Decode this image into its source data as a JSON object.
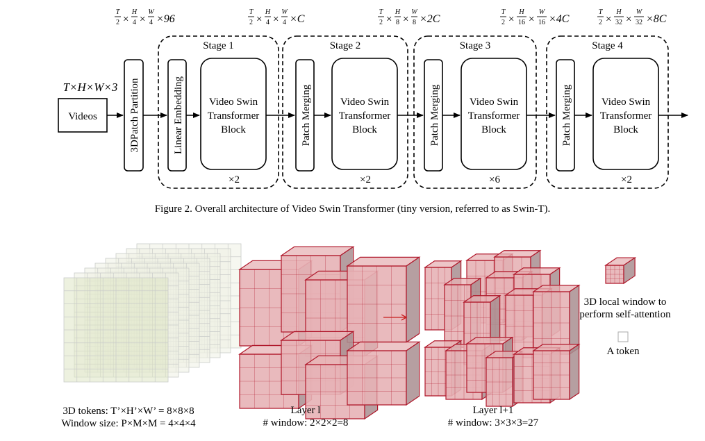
{
  "figure2": {
    "input_dim": "T×H×W×3",
    "videos_label": "Videos",
    "patch_partition_label": "3DPatch Partition",
    "dims": [
      {
        "a": "T",
        "b": "2",
        "c": "H",
        "d": "4",
        "e": "W",
        "f": "4",
        "tail": "×96"
      },
      {
        "a": "T",
        "b": "2",
        "c": "H",
        "d": "4",
        "e": "W",
        "f": "4",
        "tail": "×C"
      },
      {
        "a": "T",
        "b": "2",
        "c": "H",
        "d": "8",
        "e": "W",
        "f": "8",
        "tail": "×2C"
      },
      {
        "a": "T",
        "b": "2",
        "c": "H",
        "d": "16",
        "e": "W",
        "f": "16",
        "tail": "×4C"
      },
      {
        "a": "T",
        "b": "2",
        "c": "H",
        "d": "32",
        "e": "W",
        "f": "32",
        "tail": "×8C"
      }
    ],
    "stages": [
      {
        "title": "Stage 1",
        "first": "Linear Embedding",
        "block": [
          "Video Swin",
          "Transformer",
          "Block"
        ],
        "repeat": "×2"
      },
      {
        "title": "Stage 2",
        "first": "Patch Merging",
        "block": [
          "Video Swin",
          "Transformer",
          "Block"
        ],
        "repeat": "×2"
      },
      {
        "title": "Stage 3",
        "first": "Patch Merging",
        "block": [
          "Video Swin",
          "Transformer",
          "Block"
        ],
        "repeat": "×6"
      },
      {
        "title": "Stage 4",
        "first": "Patch Merging",
        "block": [
          "Video Swin",
          "Transformer",
          "Block"
        ],
        "repeat": "×2"
      }
    ],
    "caption": "Figure 2. Overall architecture of Video Swin Transformer (tiny version, referred to as Swin-T)."
  },
  "figure3": {
    "tokens_line1": "3D tokens: T’×H’×W’ = 8×8×8",
    "tokens_line2": "Window size: P×M×M = 4×4×4",
    "layer_l_title": "Layer l",
    "layer_l_windows": "# window: 2×2×2=8",
    "layer_l1_title": "Layer l+1",
    "layer_l1_windows": "# window: 3×3×3=27",
    "legend_window_line1": "3D local window to",
    "legend_window_line2": "perform self-attention",
    "legend_token": "A token"
  },
  "colors": {
    "window_fill": "#e7b3b6",
    "window_stroke": "#b0182b",
    "arrow_red": "#c81e1e",
    "token_grid": "#c9cbc9"
  }
}
